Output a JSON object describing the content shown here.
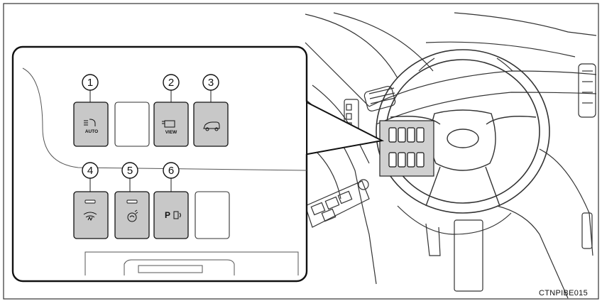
{
  "figure_code": "CTNPIBE015",
  "callouts": [
    "1",
    "2",
    "3",
    "4",
    "5",
    "6"
  ],
  "buttons": {
    "b1": {
      "icon": "headlight-auto-icon",
      "label": "AUTO"
    },
    "b2": {
      "icon": "camera-view-icon",
      "label": "VIEW"
    },
    "b3": {
      "icon": "vehicle-height-icon"
    },
    "b4": {
      "icon": "windshield-deicer-icon"
    },
    "b5": {
      "icon": "seat-heater-icon"
    },
    "b6": {
      "icon": "parking-sensor-icon",
      "label": "P"
    }
  },
  "colors": {
    "button_fill": "#c8c8c8",
    "outline": "#1a1a1a",
    "line": "#555555"
  }
}
